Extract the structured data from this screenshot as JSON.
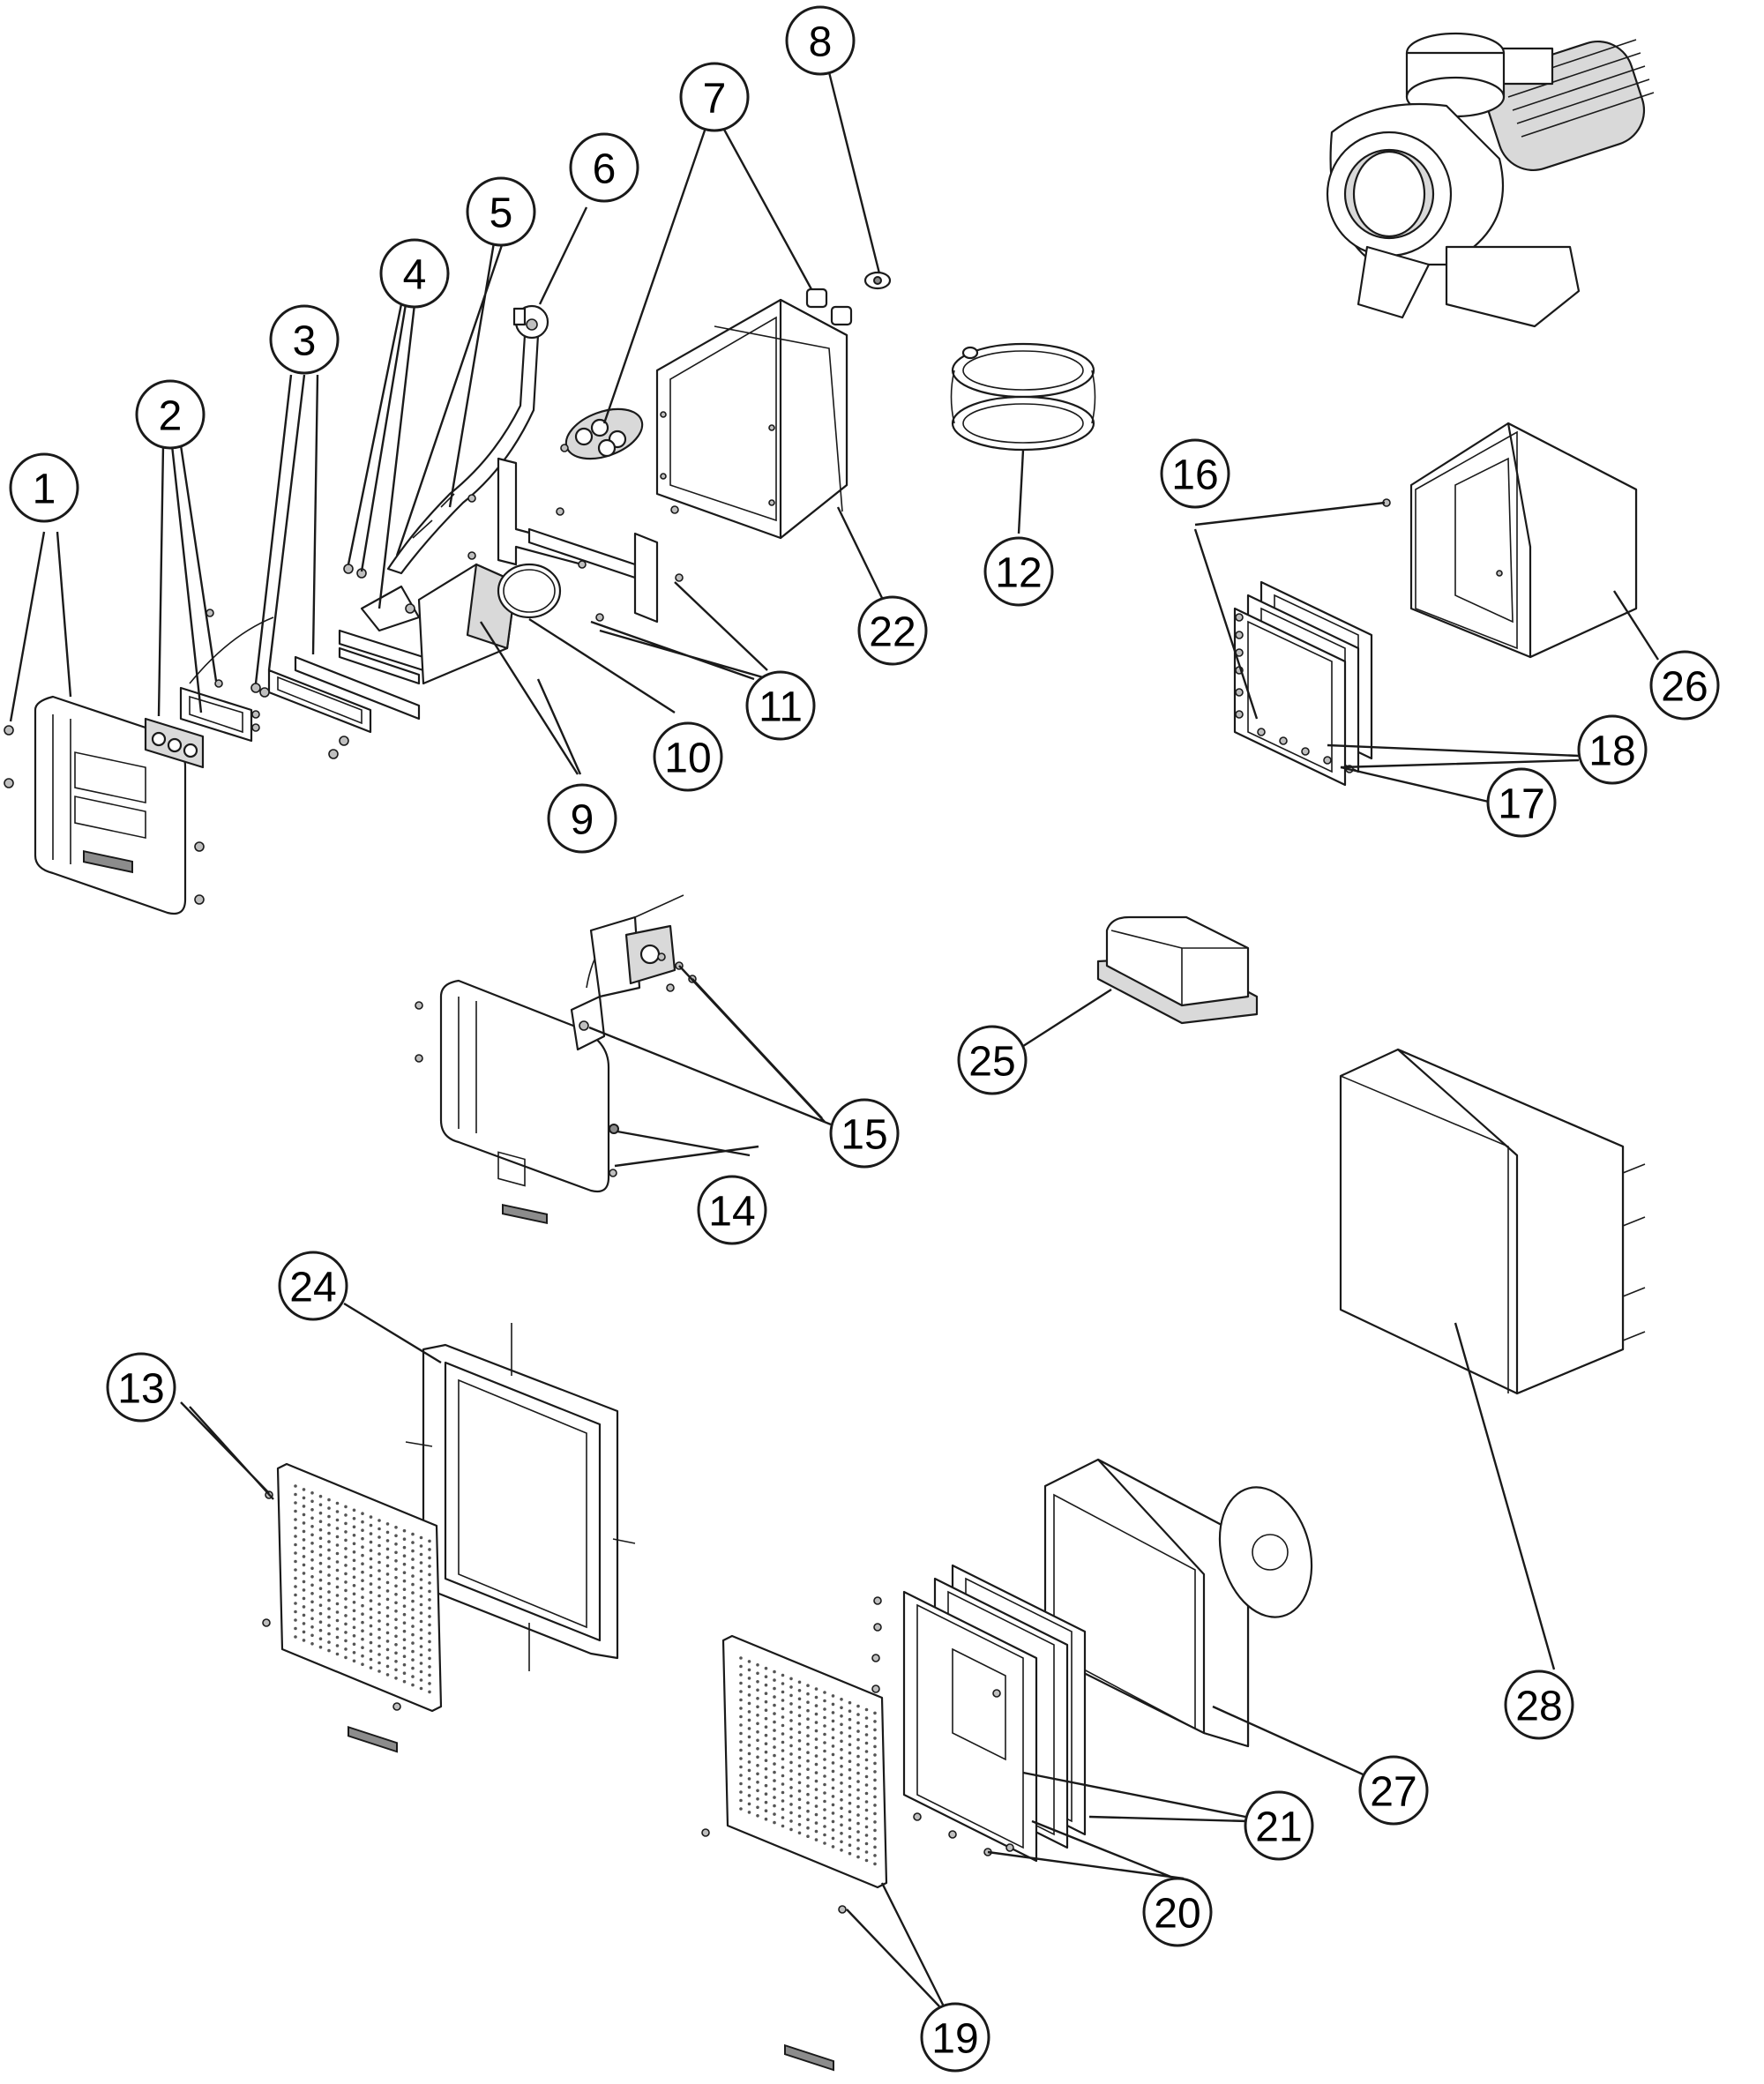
{
  "callouts": {
    "c1": "1",
    "c2": "2",
    "c3": "3",
    "c4": "4",
    "c5": "5",
    "c6": "6",
    "c7": "7",
    "c8": "8",
    "c9": "9",
    "c10": "10",
    "c11": "11",
    "c12": "12",
    "c13": "13",
    "c14": "14",
    "c15": "15",
    "c16": "16",
    "c17": "17",
    "c18": "18",
    "c19": "19",
    "c20": "20",
    "c21": "21",
    "c22": "22",
    "c24": "24",
    "c25": "25",
    "c26": "26",
    "c27": "27",
    "c28": "28"
  },
  "colors": {
    "stroke": "#1a1a1a",
    "fill": "#ffffff",
    "shade": "#d9d9d9"
  }
}
